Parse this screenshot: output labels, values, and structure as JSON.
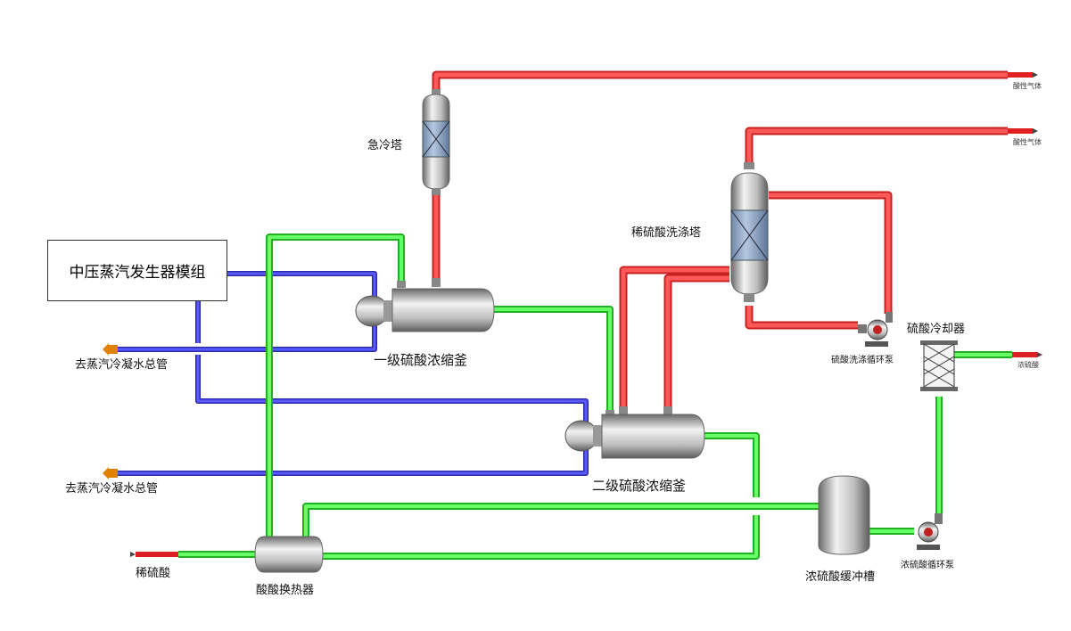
{
  "labels": {
    "module": "中压蒸汽发生器模组",
    "quench_tower": "急冷塔",
    "first_stage": "一级硫酸浓缩釜",
    "second_stage": "二级硫酸浓缩釜",
    "wash_tower": "稀硫酸洗涤塔",
    "wash_pump": "硫酸洗涤循环泵",
    "acid_cooler": "硫酸冷却器",
    "buffer_tank": "浓硫酸缓冲槽",
    "conc_pump": "浓硫酸循环泵",
    "exchanger": "酸酸换热器",
    "dilute_acid": "稀硫酸",
    "condensate_1": "去蒸汽冷凝水总管",
    "condensate_2": "去蒸汽冷凝水总管",
    "acid_gas_1": "酸性气体",
    "acid_gas_2": "酸性气体",
    "outlet_small": "浓硫酸"
  },
  "colors": {
    "red_pipe": "#ff3b3b",
    "green_pipe": "#33ff33",
    "blue_pipe": "#3b3bff",
    "orange_arrow": "#e08000"
  }
}
